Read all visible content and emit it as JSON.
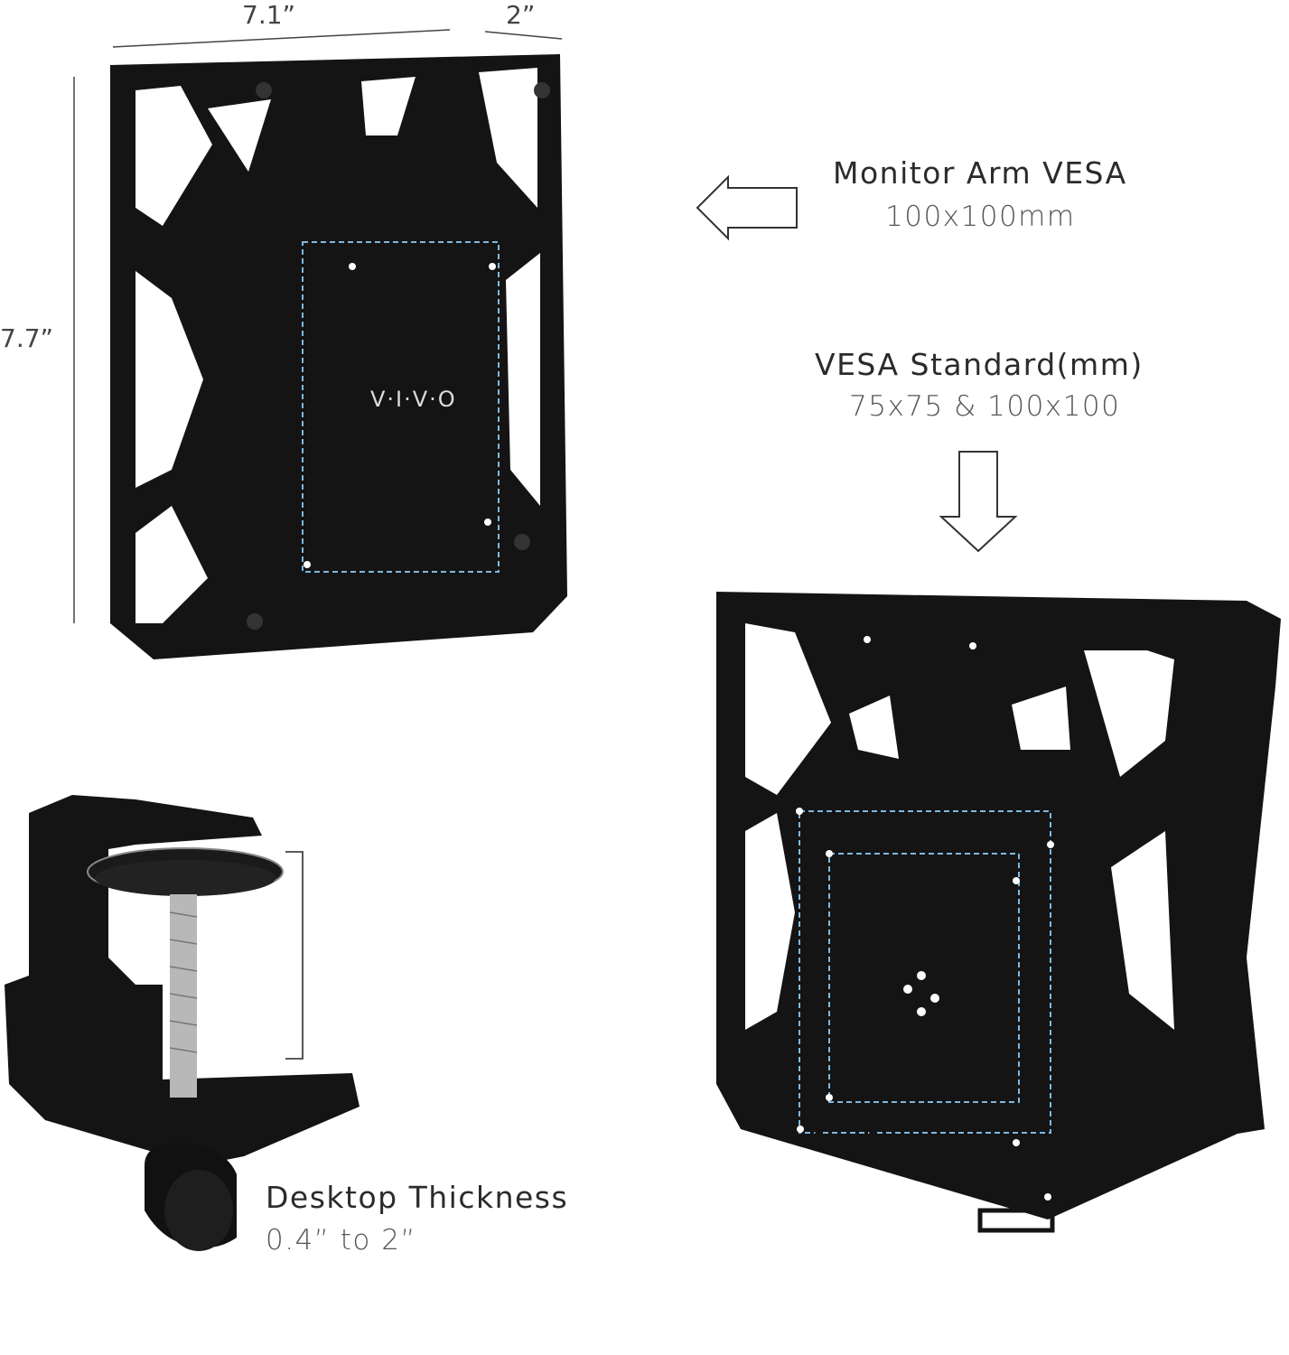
{
  "dimensions": {
    "width": "7.1”",
    "depth": "2”",
    "height": "7.7”"
  },
  "monitor_arm": {
    "title": "Monitor Arm VESA",
    "value": "100x100mm"
  },
  "vesa_standard": {
    "title": "VESA Standard(mm)",
    "value": "75x75 & 100x100"
  },
  "desktop": {
    "title": "Desktop Thickness",
    "value": "0.4” to 2”"
  },
  "brand_logo": "V·I·V·O",
  "colors": {
    "metal": "#111111",
    "vesa_guide": "#7fb8e0"
  }
}
